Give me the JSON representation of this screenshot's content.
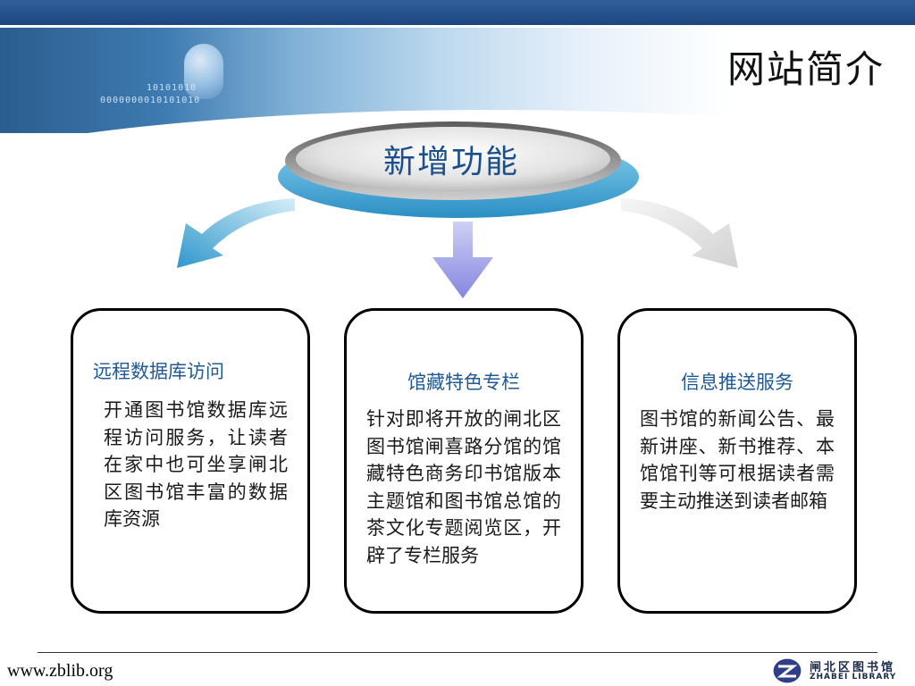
{
  "slide": {
    "title": "网站简介",
    "banner_binary_1": "10101010",
    "banner_binary_2": "0000000010101010"
  },
  "diagram": {
    "center": {
      "label": "新增功能"
    },
    "boxes": [
      {
        "title": "远程数据库访问",
        "body": "开通图书馆数据库远程访问服务，让读者在家中也可坐享闸北区图书馆丰富的数据库资源"
      },
      {
        "title": "馆藏特色专栏",
        "body": "针对即将开放的闸北区图书馆闸喜路分馆的馆藏特色商务印书馆版本主题馆和图书馆总馆的茶文化专题阅览区，开辟了专栏服务"
      },
      {
        "title": "信息推送服务",
        "body": "图书馆的新闻公告、最新讲座、新书推荐、本馆馆刊等可根据读者需要主动推送到读者邮箱"
      }
    ],
    "arrow_colors": {
      "left": "#3a9fd0",
      "middle": "#8f8fe6",
      "right": "#dcdcdc"
    }
  },
  "footer": {
    "url": "www.zblib.org",
    "logo_cn": "闸北区图书馆",
    "logo_en": "ZHABEI LIBRARY"
  },
  "colors": {
    "top_bar": "#1d4680",
    "accent_text": "#1f5a96",
    "ellipse_base": "#3aa3d3"
  }
}
